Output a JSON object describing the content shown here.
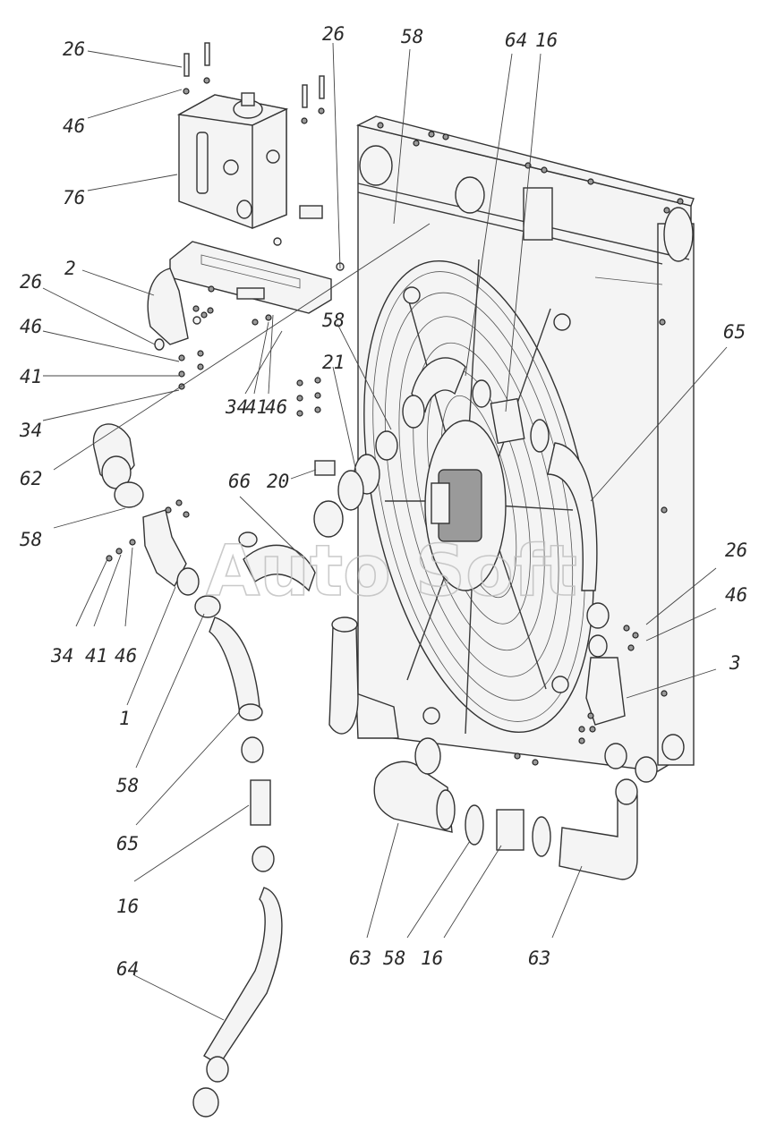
{
  "watermark": "Auto Soft",
  "callouts": [
    {
      "id": "c1",
      "text": "26"
    },
    {
      "id": "c2",
      "text": "46"
    },
    {
      "id": "c3",
      "text": "76"
    },
    {
      "id": "c4",
      "text": "2"
    },
    {
      "id": "c5",
      "text": "26"
    },
    {
      "id": "c6",
      "text": "46"
    },
    {
      "id": "c7",
      "text": "41"
    },
    {
      "id": "c8",
      "text": "34"
    },
    {
      "id": "c9",
      "text": "62"
    },
    {
      "id": "c10",
      "text": "58"
    },
    {
      "id": "c11",
      "text": "34"
    },
    {
      "id": "c12",
      "text": "41"
    },
    {
      "id": "c13",
      "text": "46"
    },
    {
      "id": "c14",
      "text": "1"
    },
    {
      "id": "c15",
      "text": "58"
    },
    {
      "id": "c16",
      "text": "65"
    },
    {
      "id": "c17",
      "text": "16"
    },
    {
      "id": "c18",
      "text": "64"
    },
    {
      "id": "c19",
      "text": "26"
    },
    {
      "id": "c20",
      "text": "58"
    },
    {
      "id": "c21",
      "text": "64"
    },
    {
      "id": "c22",
      "text": "16"
    },
    {
      "id": "c23",
      "text": "65"
    },
    {
      "id": "c24",
      "text": "58"
    },
    {
      "id": "c25",
      "text": "21"
    },
    {
      "id": "c26",
      "text": "34"
    },
    {
      "id": "c27",
      "text": "41"
    },
    {
      "id": "c28",
      "text": "46"
    },
    {
      "id": "c29",
      "text": "66"
    },
    {
      "id": "c30",
      "text": "20"
    },
    {
      "id": "c31",
      "text": "26"
    },
    {
      "id": "c32",
      "text": "46"
    },
    {
      "id": "c33",
      "text": "3"
    },
    {
      "id": "c34",
      "text": "63"
    },
    {
      "id": "c35",
      "text": "58"
    },
    {
      "id": "c36",
      "text": "16"
    },
    {
      "id": "c37",
      "text": "63"
    }
  ]
}
